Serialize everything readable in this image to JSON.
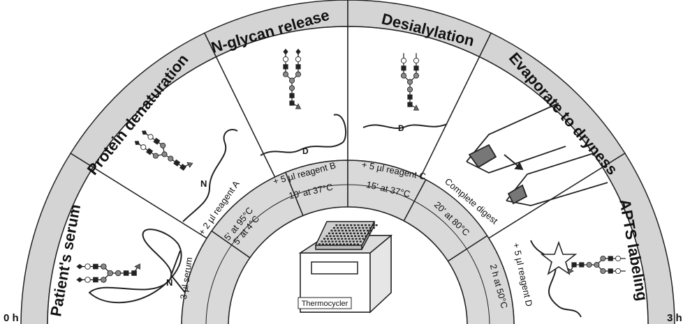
{
  "timeline": {
    "start_label": "0 h",
    "end_label": "3 h"
  },
  "steps": [
    {
      "title": "Patient's serum"
    },
    {
      "title": "Protein denaturation"
    },
    {
      "title": "N-glycan release"
    },
    {
      "title": "Desialylation"
    },
    {
      "title": "Evaporate to dryness"
    },
    {
      "title": "APTS labeling"
    }
  ],
  "conditions": [
    {
      "lines": [
        "3 µl serum"
      ]
    },
    {
      "lines": [
        "+ 2 µl reagent A",
        "5' at 95°C",
        "5' at 4°C"
      ]
    },
    {
      "lines": [
        "+ 5 µl reagent B",
        "10' at 37°C"
      ]
    },
    {
      "lines": [
        "+ 5 µl reagent C",
        "15' at 37°C"
      ]
    },
    {
      "lines": [
        "Complete digest",
        "20' at 80°C"
      ]
    },
    {
      "lines": [
        "+ 5 µl reagent D",
        "2 h at 50°C"
      ]
    }
  ],
  "instrument": {
    "label": "Thermocycler"
  },
  "colors": {
    "band_fill": "#d4d4d4",
    "inner_fill": "#d9d9d9",
    "line": "#222222",
    "grey_node": "#8a8a8a"
  }
}
